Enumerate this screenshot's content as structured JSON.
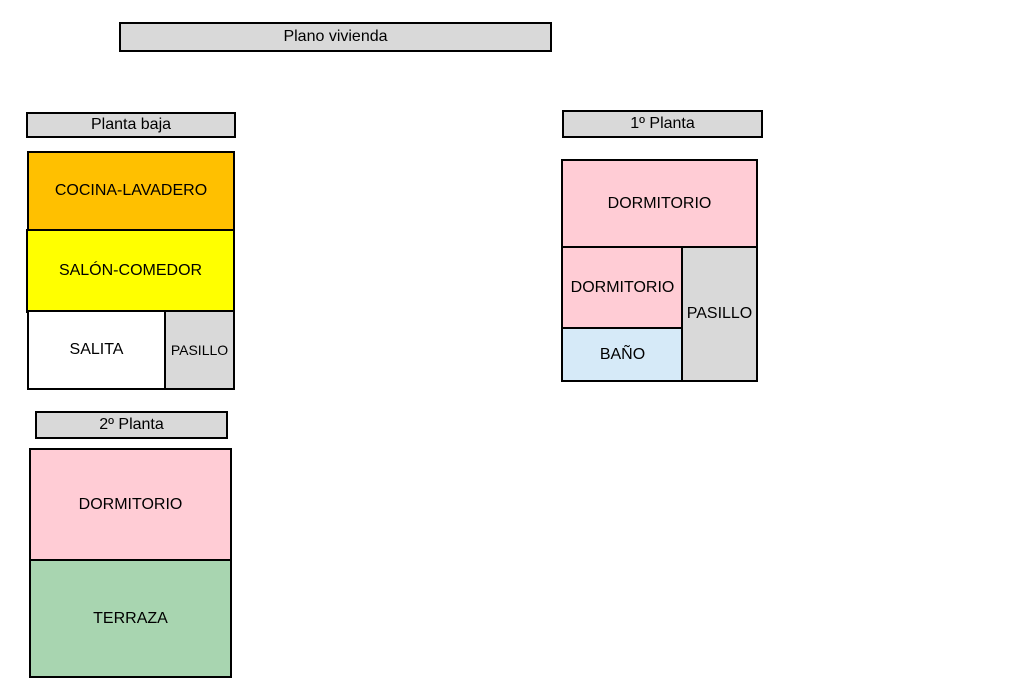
{
  "title": "Plano vivienda",
  "colors": {
    "orange": "#ffc000",
    "yellow": "#ffff00",
    "white": "#ffffff",
    "gray": "#d9d9d9",
    "pink": "#ffccd5",
    "green": "#a8d5b0",
    "blue": "#d6eaf8"
  },
  "floors": {
    "ground": {
      "label": "Planta baja",
      "rooms": {
        "kitchen": "COCINA-LAVADERO",
        "living": "SALÓN-COMEDOR",
        "salita": "SALITA",
        "hall": "PASILLO"
      }
    },
    "first": {
      "label": "1º Planta",
      "rooms": {
        "bedroom_a": "DORMITORIO",
        "bedroom_b": "DORMITORIO",
        "bath": "BAÑO",
        "hall": "PASILLO"
      }
    },
    "second": {
      "label": "2º Planta",
      "rooms": {
        "bedroom": "DORMITORIO",
        "terrace": "TERRAZA"
      }
    }
  }
}
